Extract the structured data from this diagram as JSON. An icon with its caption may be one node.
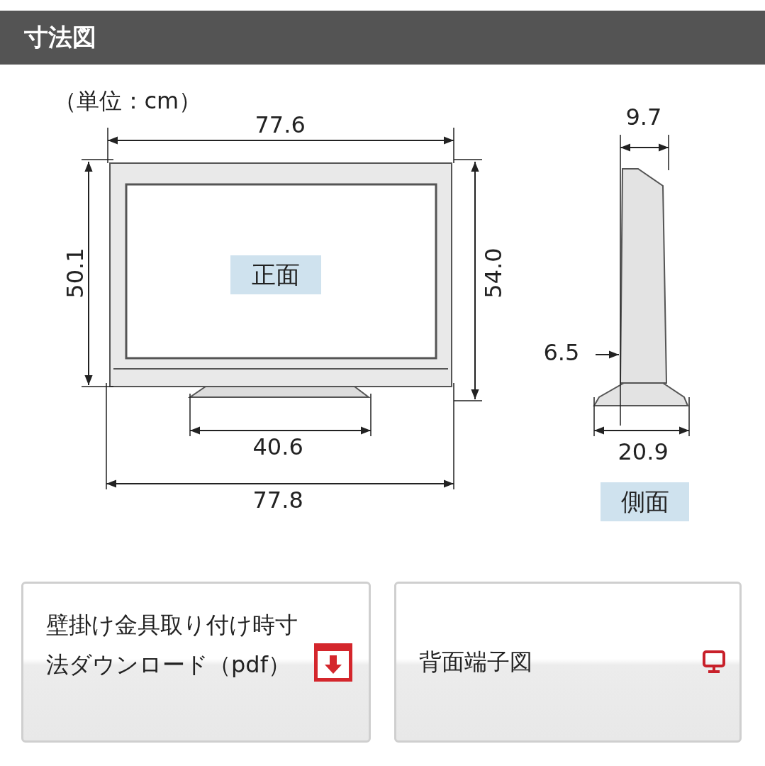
{
  "diagram": {
    "title": "寸法図",
    "nodes": [
      {
        "text": [
          "正面"
        ]
      },
      {
        "text": [
          "側面"
        ]
      },
      {
        "text": [
          "壁掛け金具取り付け時寸法ダウンロード（pdf）"
        ]
      },
      {
        "text": [
          "背面端子図"
        ]
      }
    ],
    "labels": [
      "（単位：cm）",
      "77.6",
      "9.7",
      "50.1",
      "54.0",
      "6.5",
      "40.6",
      "20.9",
      "77.8"
    ]
  }
}
